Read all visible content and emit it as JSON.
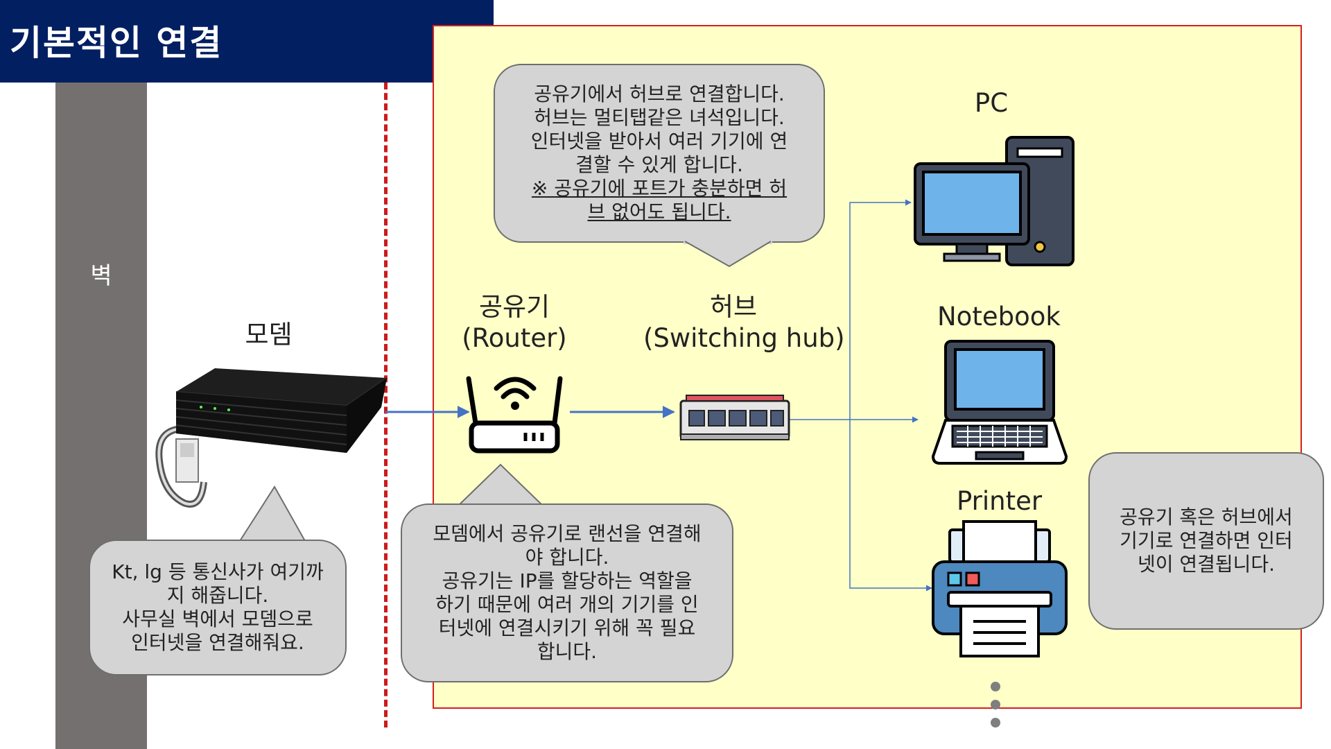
{
  "title": "기본적인 연결",
  "wall_label": "벽",
  "devices": {
    "modem": "모뎀",
    "router": [
      "공유기",
      "(Router)"
    ],
    "hub": [
      "허브",
      "(Switching hub)"
    ],
    "pc": "PC",
    "notebook": "Notebook",
    "printer": "Printer"
  },
  "callouts": {
    "modem": [
      "Kt, lg 등 통신사가 여기까",
      "지 해줍니다.",
      "사무실 벽에서 모뎀으로",
      "인터넷을 연결해줘요."
    ],
    "router": [
      "모뎀에서 공유기로 랜선을 연결해",
      "야 합니다.",
      "공유기는 IP를 할당하는 역할을",
      "하기 때문에 여러 개의 기기를 인",
      "터넷에 연결시키기 위해 꼭 필요",
      "합니다."
    ],
    "hub": [
      "공유기에서 허브로 연결합니다.",
      "허브는 멀티탭같은 녀석입니다.",
      "인터넷을 받아서 여러 기기에 연",
      "결할 수 있게 합니다."
    ],
    "hub_note": [
      "※ 공유기에 포트가 충분하면 허",
      "브 없어도 됩니다."
    ],
    "devices": [
      "공유기 혹은 허브에서",
      "기기로 연결하면 인터",
      "넷이 연결됩니다."
    ]
  },
  "colors": {
    "title_bg": "#021f62",
    "wall": "#757070",
    "zone_fill": "#ffffc8",
    "zone_border": "#d42020",
    "divider": "#cc1b1b",
    "arrow": "#4472c4",
    "bubble_fill": "#d4d4d4"
  },
  "icons": [
    "modem-icon",
    "router-icon",
    "hub-icon",
    "pc-icon",
    "notebook-icon",
    "printer-icon",
    "ellipsis-icon"
  ]
}
